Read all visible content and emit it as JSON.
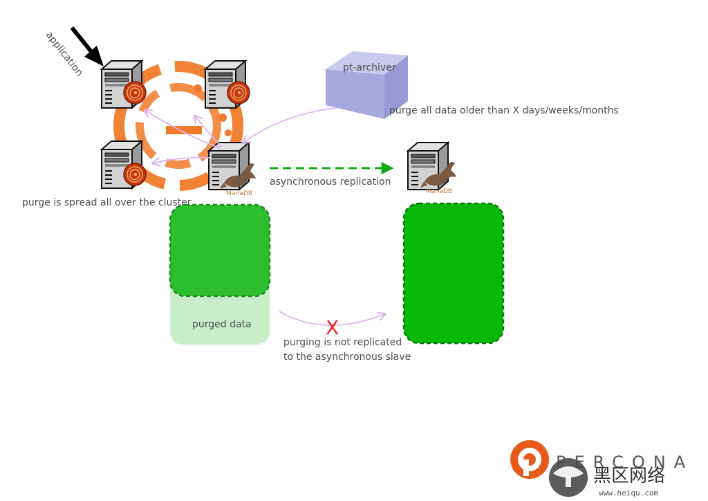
{
  "labels": {
    "application": "application",
    "pt_archiver": "pt-archiver",
    "purge_all": "purge all data older than X days/weeks/months",
    "spread": "purge is spread all over the cluster",
    "async_replication": "asynchronous replication",
    "purged_data": "purged data",
    "not_replicated_line1": "purging is not replicated",
    "not_replicated_line2": "to the asynchronous slave",
    "cross_mark": "X",
    "mariadb_master": "MariaDB",
    "mariadb_slave": "MariaDB"
  },
  "logo": {
    "brand": "PERCONA",
    "watermark_cn": "黑区网络",
    "watermark_url": "www.heiqu.com"
  },
  "colors": {
    "background": "#ffffff",
    "text": "#4d4d4d",
    "replication_arrow": "#11aa11",
    "replication_text": "#119911",
    "purge_arrow": "#ddb3ee",
    "data_block": "#2dbe2d",
    "purged_block": "#c8eec8",
    "slave_block": "#08b808",
    "archiver_box": "#a8a8df",
    "galera_ring": "#f07a2a",
    "percona_orange": "#e85a1c",
    "cross": "#ee2222"
  },
  "icons": {
    "server": "server-tower-icon",
    "galera": "galera-badge-icon",
    "mariadb": "mariadb-seal-icon",
    "archiver": "pt-archiver-cube-icon",
    "application_arrow": "arrow-down-right-icon"
  }
}
